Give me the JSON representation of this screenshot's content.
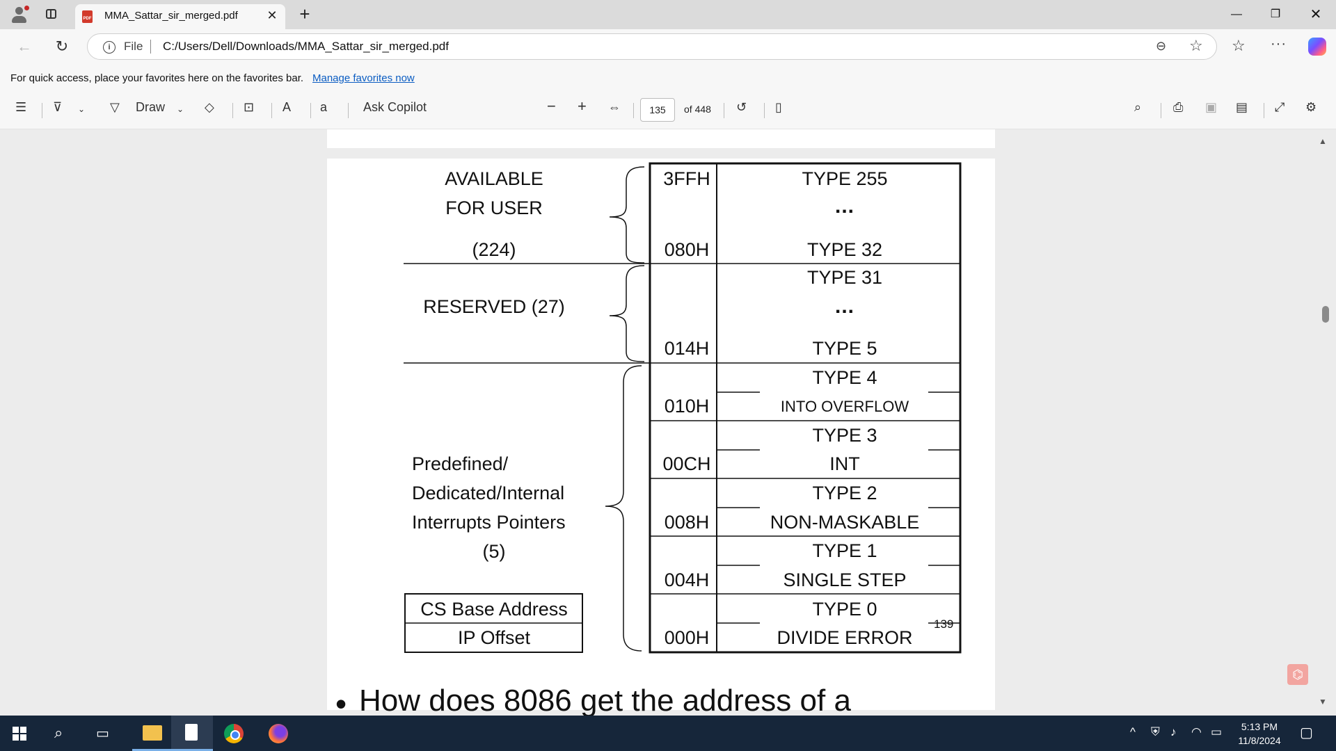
{
  "browser": {
    "tab_title": "MMA_Sattar_sir_merged.pdf",
    "pdf_icon_text": "PDF",
    "file_label": "File",
    "url": "C:/Users/Dell/Downloads/MMA_Sattar_sir_merged.pdf",
    "favorites_bar_text": "For quick access, place your favorites here on the favorites bar.",
    "favorites_link": "Manage favorites now"
  },
  "pdf_toolbar": {
    "draw_label": "Draw",
    "ask_copilot_label": "Ask Copilot",
    "current_page": "135",
    "total_pages": "of 448"
  },
  "diagram": {
    "left_groups": {
      "available_line1": "AVAILABLE",
      "available_line2": "FOR USER",
      "available_count": "(224)",
      "reserved": "RESERVED (27)",
      "predefined_line1": "Predefined/",
      "predefined_line2": "Dedicated/Internal",
      "predefined_line3": "Interrupts  Pointers",
      "predefined_count": "(5)"
    },
    "addresses": [
      "3FFH",
      "080H",
      "014H",
      "010H",
      "00CH",
      "008H",
      "004H",
      "000H"
    ],
    "types": {
      "t255": "TYPE 255",
      "ellipsis": "...",
      "t32": "TYPE 32",
      "t31": "TYPE 31",
      "t5": "TYPE 5",
      "t4": "TYPE 4",
      "t4_desc": "INTO   OVERFLOW",
      "t3": "TYPE 3",
      "t3_desc": "INT",
      "t2": "TYPE 2",
      "t2_desc": "NON-MASKABLE",
      "t1": "TYPE 1",
      "t1_desc": "SINGLE STEP",
      "t0": "TYPE 0",
      "t0_desc": "DIVIDE ERROR"
    },
    "cs_base": "CS Base Address",
    "ip_offset": "IP Offset",
    "page_number": "139",
    "next_page_text": "How  does  8086  get  the  address  of  a"
  },
  "taskbar": {
    "time": "5:13 PM",
    "date": "11/8/2024"
  }
}
